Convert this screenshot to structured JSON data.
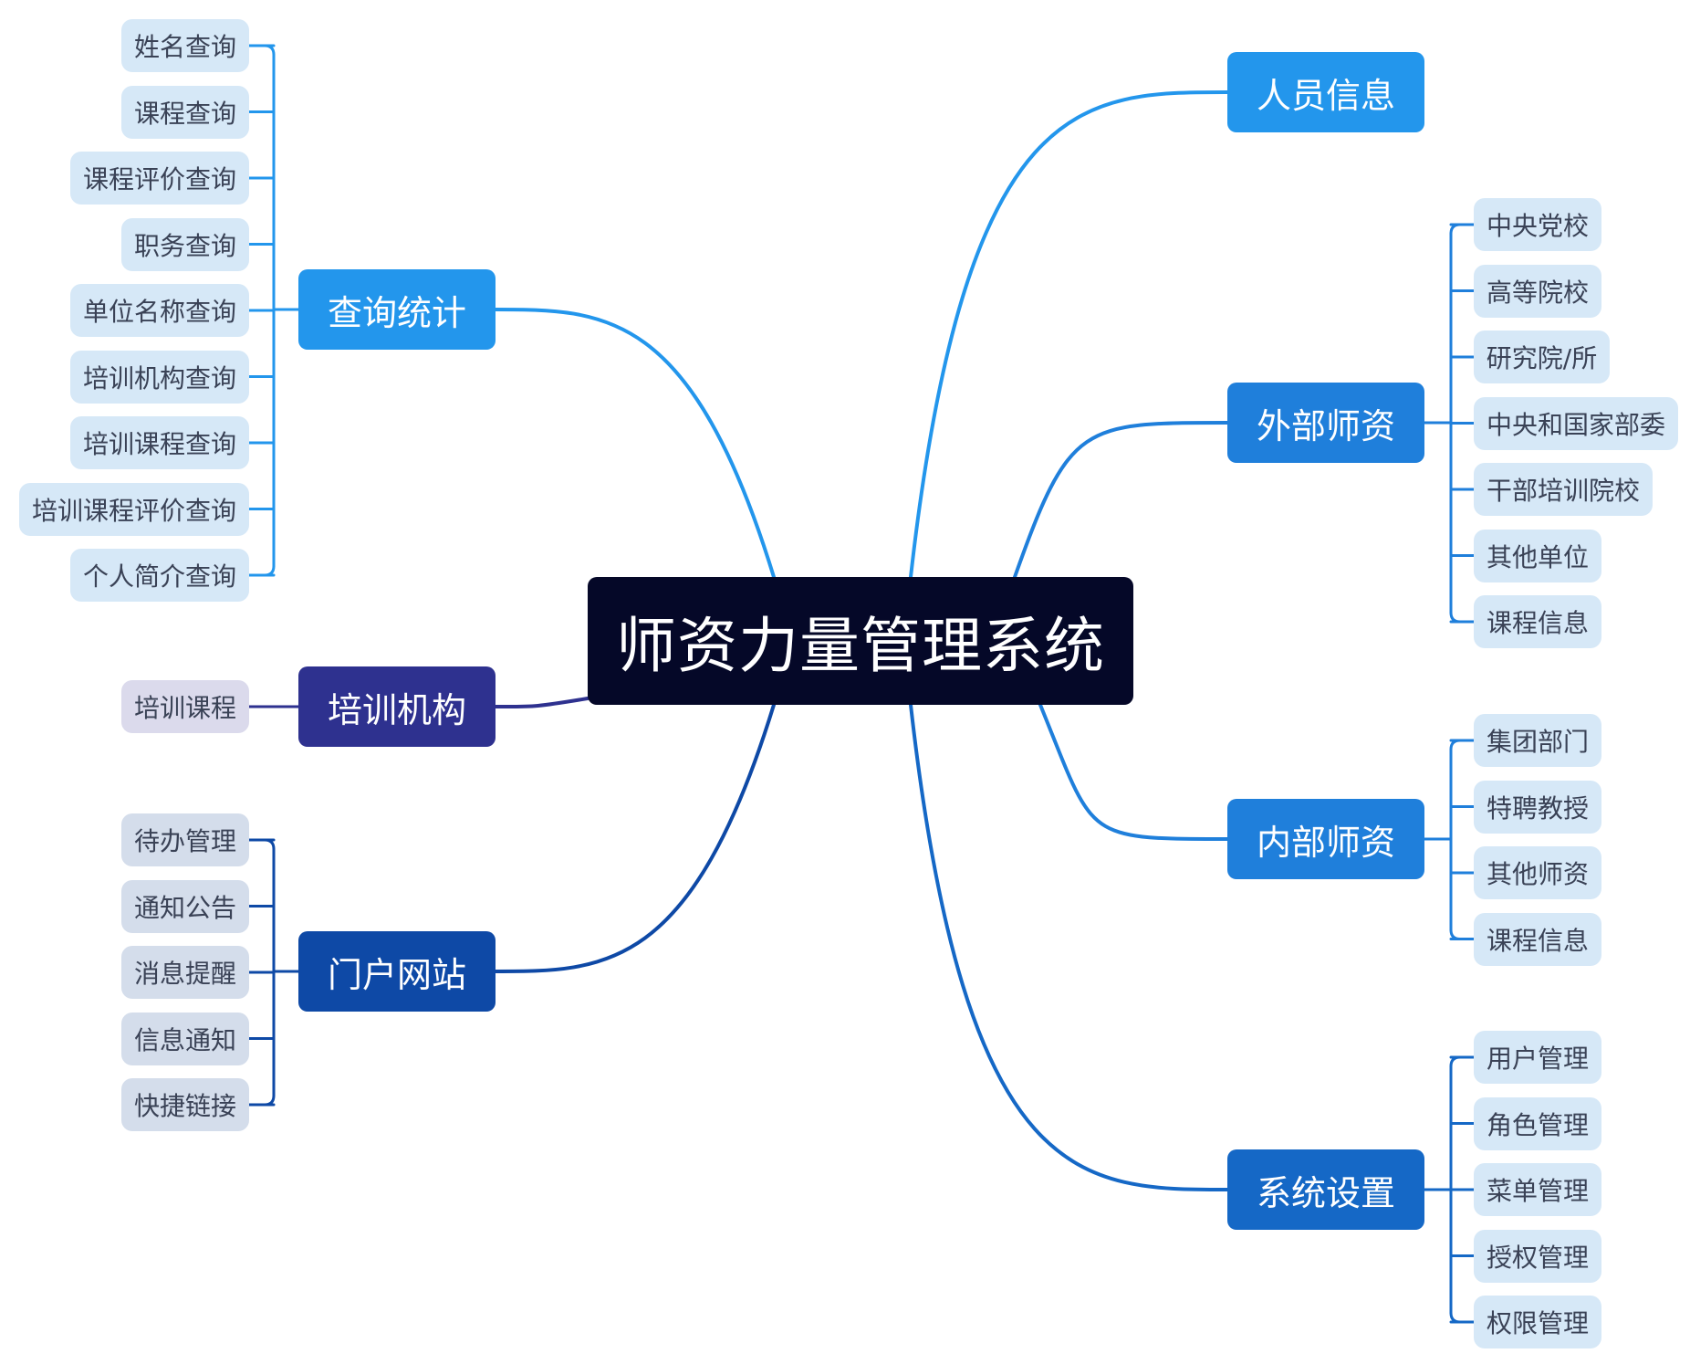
{
  "root": {
    "label": "师资力量管理系统"
  },
  "colors": {
    "root_bg": "#050828",
    "leaf_text": "#3a4256",
    "branch_bright_blue": "#2396EC",
    "branch_mid_blue": "#1F7FDB",
    "branch_indigo": "#2E318F",
    "branch_navy": "#0E49A6",
    "branch_dark_blue": "#1568C6",
    "leaf_light_blue": "#D6E8F7",
    "leaf_lavender": "#DBDAEC",
    "leaf_steel": "#D4DDEB"
  },
  "branches": {
    "query_stats": {
      "label": "查询统计",
      "color": "#2396EC",
      "leaf_bg": "#D6E8F7",
      "children": [
        "姓名查询",
        "课程查询",
        "课程评价查询",
        "职务查询",
        "单位名称查询",
        "培训机构查询",
        "培训课程查询",
        "培训课程评价查询",
        "个人简介查询"
      ]
    },
    "training_org": {
      "label": "培训机构",
      "color": "#2E318F",
      "leaf_bg": "#DBDAEC",
      "children": [
        "培训课程"
      ]
    },
    "portal": {
      "label": "门户网站",
      "color": "#0E49A6",
      "leaf_bg": "#D4DDEB",
      "children": [
        "待办管理",
        "通知公告",
        "消息提醒",
        "信息通知",
        "快捷链接"
      ]
    },
    "personnel": {
      "label": "人员信息",
      "color": "#2396EC",
      "leaf_bg": "#D6E8F7",
      "children": []
    },
    "external_faculty": {
      "label": "外部师资",
      "color": "#1F7FDB",
      "leaf_bg": "#D6E8F7",
      "children": [
        "中央党校",
        "高等院校",
        "研究院/所",
        "中央和国家部委",
        "干部培训院校",
        "其他单位",
        "课程信息"
      ]
    },
    "internal_faculty": {
      "label": "内部师资",
      "color": "#1F7FDB",
      "leaf_bg": "#D6E8F7",
      "children": [
        "集团部门",
        "特聘教授",
        "其他师资",
        "课程信息"
      ]
    },
    "system_settings": {
      "label": "系统设置",
      "color": "#1568C6",
      "leaf_bg": "#D6E8F7",
      "children": [
        "用户管理",
        "角色管理",
        "菜单管理",
        "授权管理",
        "权限管理"
      ]
    }
  }
}
